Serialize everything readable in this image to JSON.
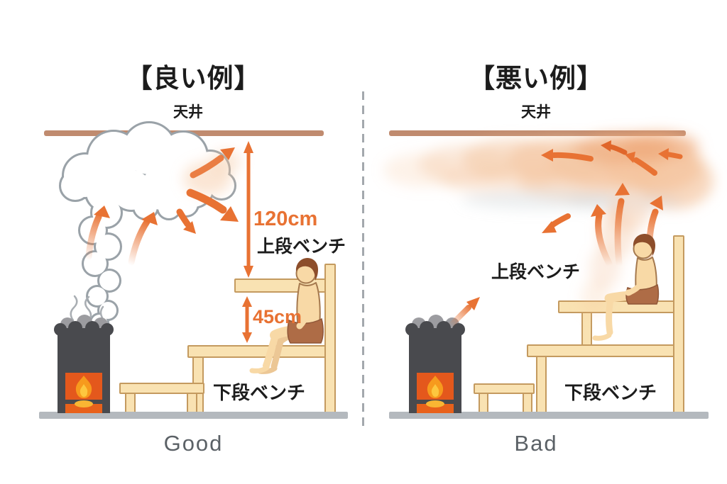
{
  "meta": {
    "description": "Sauna bench height comparison diagram (good vs bad steam circulation)"
  },
  "left_panel": {
    "title": "【良い例】",
    "ceiling_label": "天井",
    "ceiling_to_upper_bench": "120cm",
    "upper_bench_label": "上段ベンチ",
    "bench_gap": "45cm",
    "lower_bench_label": "下段ベンチ",
    "caption": "Good"
  },
  "right_panel": {
    "title": "【悪い例】",
    "ceiling_label": "天井",
    "upper_bench_label": "上段ベンチ",
    "lower_bench_label": "下段ベンチ",
    "caption": "Bad"
  },
  "colors": {
    "accent_orange": "#e87233",
    "ceiling_brown": "#c08b6f",
    "wood_fill": "#f9e2b2",
    "wood_outline": "#c49a5f",
    "floor_gray": "#b4b9be",
    "stove_body": "#494a4e",
    "cloud_outline": "#9aa2a8",
    "smoke_peach": "#f4c39d",
    "caption_gray": "#5b6166",
    "text_black": "#1c1c1c"
  }
}
